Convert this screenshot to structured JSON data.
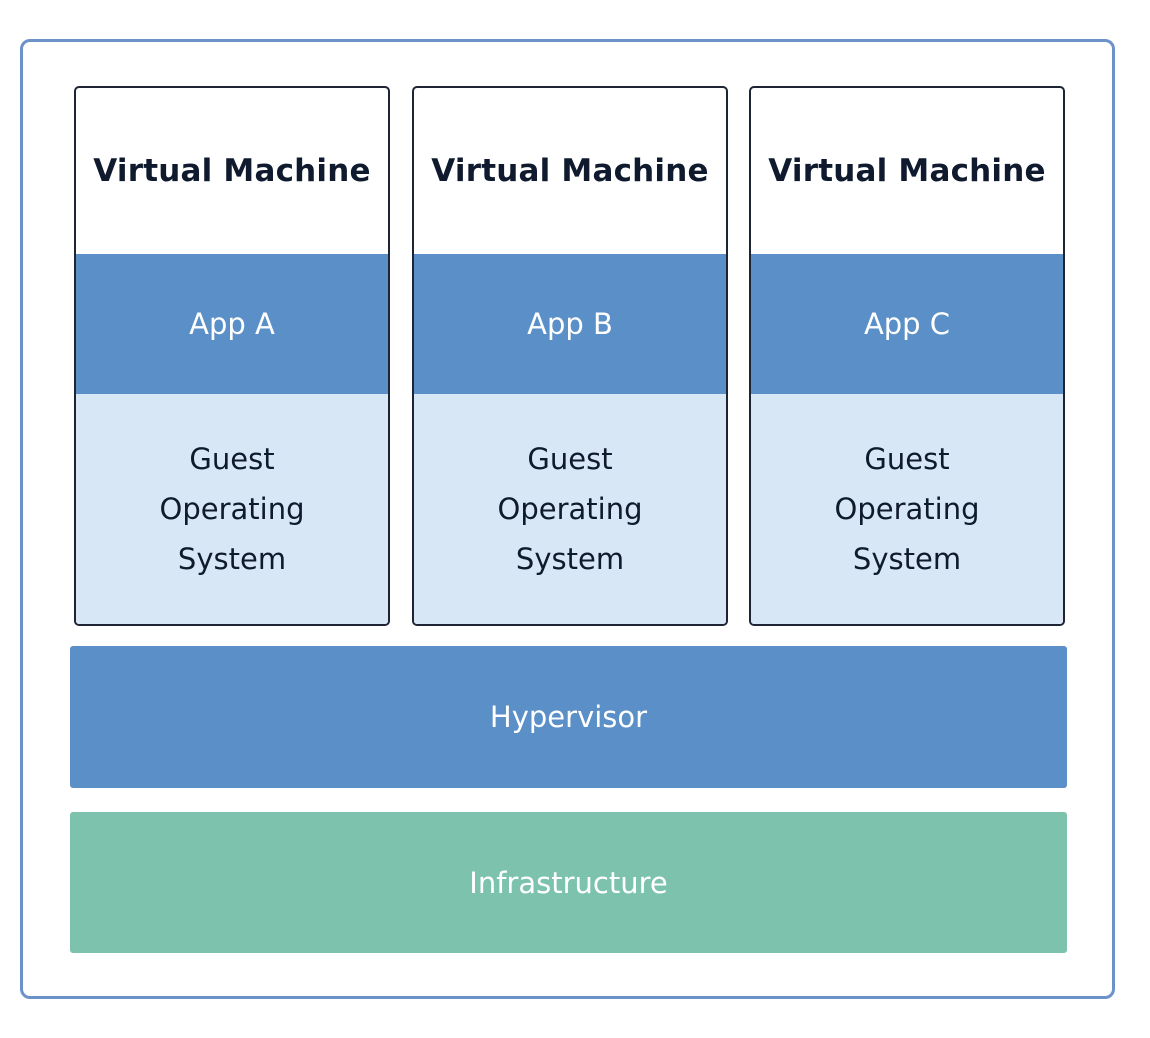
{
  "virtual_machines": [
    {
      "title": "Virtual Machine",
      "app": "App A",
      "os_lines": [
        "Guest",
        "Operating",
        "System"
      ]
    },
    {
      "title": "Virtual Machine",
      "app": "App B",
      "os_lines": [
        "Guest",
        "Operating",
        "System"
      ]
    },
    {
      "title": "Virtual Machine",
      "app": "App C",
      "os_lines": [
        "Guest",
        "Operating",
        "System"
      ]
    }
  ],
  "hypervisor": {
    "label": "Hypervisor"
  },
  "infrastructure": {
    "label": "Infrastructure"
  },
  "colors": {
    "frame_border": "#6b93c9",
    "app_block": "#5a8fc8",
    "guest_os_block": "#d8e7f6",
    "hypervisor_block": "#5a8fc8",
    "infrastructure_block": "#7dc2ad",
    "vm_border": "#1e2433"
  }
}
